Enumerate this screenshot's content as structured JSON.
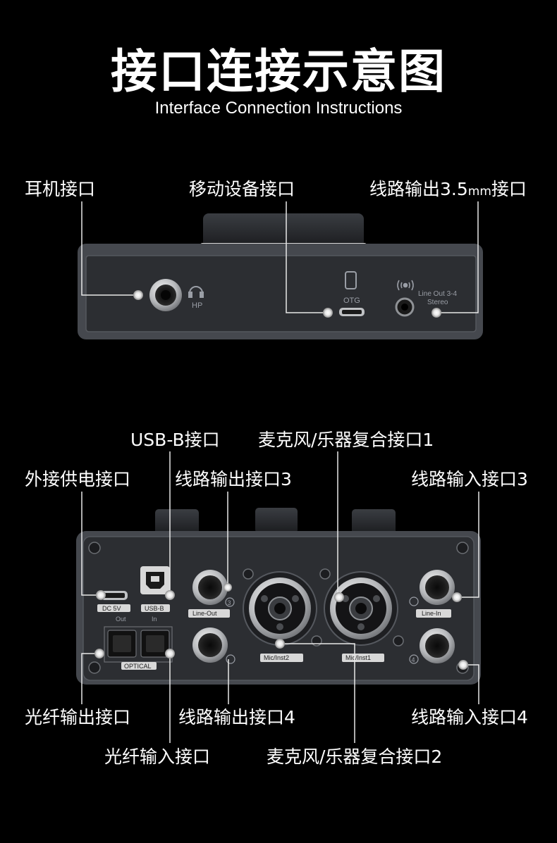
{
  "header": {
    "title": "接口连接示意图",
    "subtitle": "Interface Connection Instructions"
  },
  "top_panel": {
    "labels": {
      "headphone": "耳机接口",
      "mobile": "移动设备接口",
      "lineout35_pre": "线路输出3.5",
      "lineout35_unit": "mm",
      "lineout35_post": "接口"
    },
    "device_text": {
      "hp": "HP",
      "otg": "OTG",
      "lineout1": "Line Out 3-4",
      "lineout2": "Stereo"
    }
  },
  "bottom_panel": {
    "labels": {
      "usb_b": "USB-B接口",
      "mic1": "麦克风/乐器复合接口1",
      "power": "外接供电接口",
      "line_out3": "线路输出接口3",
      "line_in3": "线路输入接口3",
      "optical_out": "光纤输出接口",
      "line_out4": "线路输出接口4",
      "line_in4": "线路输入接口4",
      "optical_in": "光纤输入接口",
      "mic2": "麦克风/乐器复合接口2"
    },
    "device_text": {
      "dc5v": "DC 5V",
      "out": "Out",
      "usbb": "USB-B",
      "in": "In",
      "lineout": "Line-Out",
      "linein": "Line-In",
      "optical": "OPTICAL",
      "micinst2": "Mic/Inst2",
      "micinst1": "Mic/Inst1",
      "num3": "3",
      "num4": "4"
    }
  }
}
